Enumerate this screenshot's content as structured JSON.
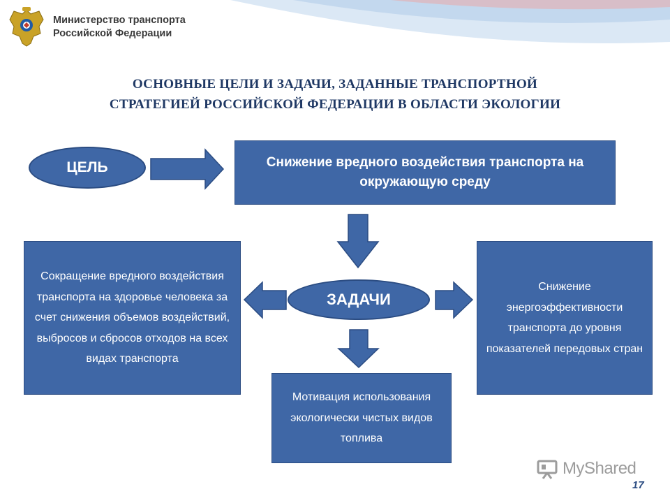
{
  "header": {
    "org_name": "Министерство транспорта\nРоссийской Федерации"
  },
  "title": {
    "line1": "ОСНОВНЫЕ ЦЕЛИ И ЗАДАЧИ, ЗАДАННЫЕ ТРАНСПОРТНОЙ",
    "line2": "СТРАТЕГИЕЙ РОССИЙСКОЙ ФЕДЕРАЦИИ В ОБЛАСТИ ЭКОЛОГИИ"
  },
  "diagram": {
    "goal_label": "ЦЕЛЬ",
    "goal_text": "Снижение вредного воздействия транспорта на окружающую среду",
    "tasks_label": "ЗАДАЧИ",
    "task_left": "Сокращение вредного воздействия транспорта на здоровье человека за счет снижения объемов воздействий, выбросов и сбросов отходов на всех видах транспорта",
    "task_right": "Снижение энергоэффективности транспорта до уровня показателей передовых стран",
    "task_bottom": "Мотивация использования экологически чистых видов топлива"
  },
  "colors": {
    "box_fill": "#3f67a6",
    "box_border": "#2b4c82",
    "title": "#1f3864"
  },
  "watermark": {
    "text": "MyShared"
  },
  "page": {
    "number": "17"
  }
}
